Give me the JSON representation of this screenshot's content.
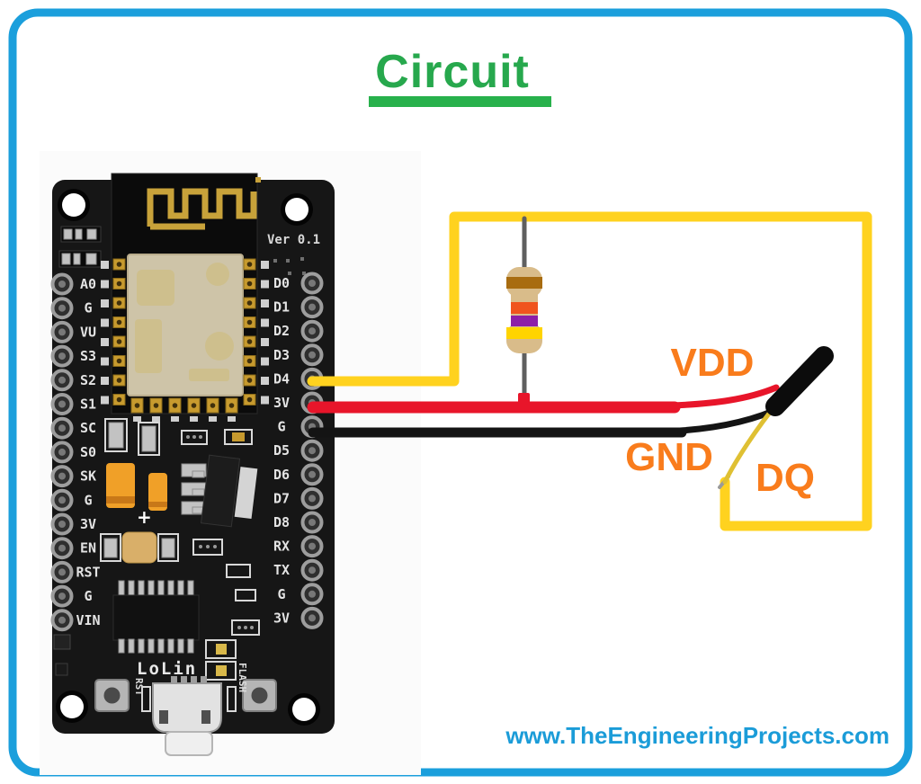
{
  "frame": {
    "border_color": "#1b9fdc"
  },
  "title": {
    "text": "Circuit",
    "color": "#27a84d",
    "underline_color": "#28b14c"
  },
  "watermark": {
    "text": "www.TheEngineeringProjects.com",
    "color": "#1b9cd8"
  },
  "board": {
    "version_label": "Ver 0.1",
    "brand_label": "LoLin",
    "rst_button_label": "RST",
    "flash_button_label": "FLASH",
    "plus_label": "+",
    "left_pins": [
      "A0",
      "G",
      "VU",
      "S3",
      "S2",
      "S1",
      "SC",
      "S0",
      "SK",
      "G",
      "3V",
      "EN",
      "RST",
      "G",
      "VIN"
    ],
    "right_pins": [
      "D0",
      "D1",
      "D2",
      "D3",
      "D4",
      "3V",
      "G",
      "D5",
      "D6",
      "D7",
      "D8",
      "RX",
      "TX",
      "G",
      "3V"
    ]
  },
  "wires": {
    "dq": {
      "label": "DQ",
      "board_pin": "D4",
      "color": "#ffd21f"
    },
    "vdd": {
      "label": "VDD",
      "board_pin": "3V",
      "color": "#e8152a"
    },
    "gnd": {
      "label": "GND",
      "board_pin": "G",
      "color": "#141414"
    }
  },
  "signal_labels": {
    "color": "#f97c1c"
  },
  "resistor": {
    "body_color": "#d9bc8a",
    "bands": [
      "#a86c10",
      "#f0541e",
      "#8d1fa8",
      "#ffd400"
    ],
    "lead_color": "#5f5f5f"
  },
  "cable": {
    "sheath_color": "#0c0c0c",
    "dq_strand_color": "#dfc033",
    "crimp_color": "#9a9a9a"
  }
}
